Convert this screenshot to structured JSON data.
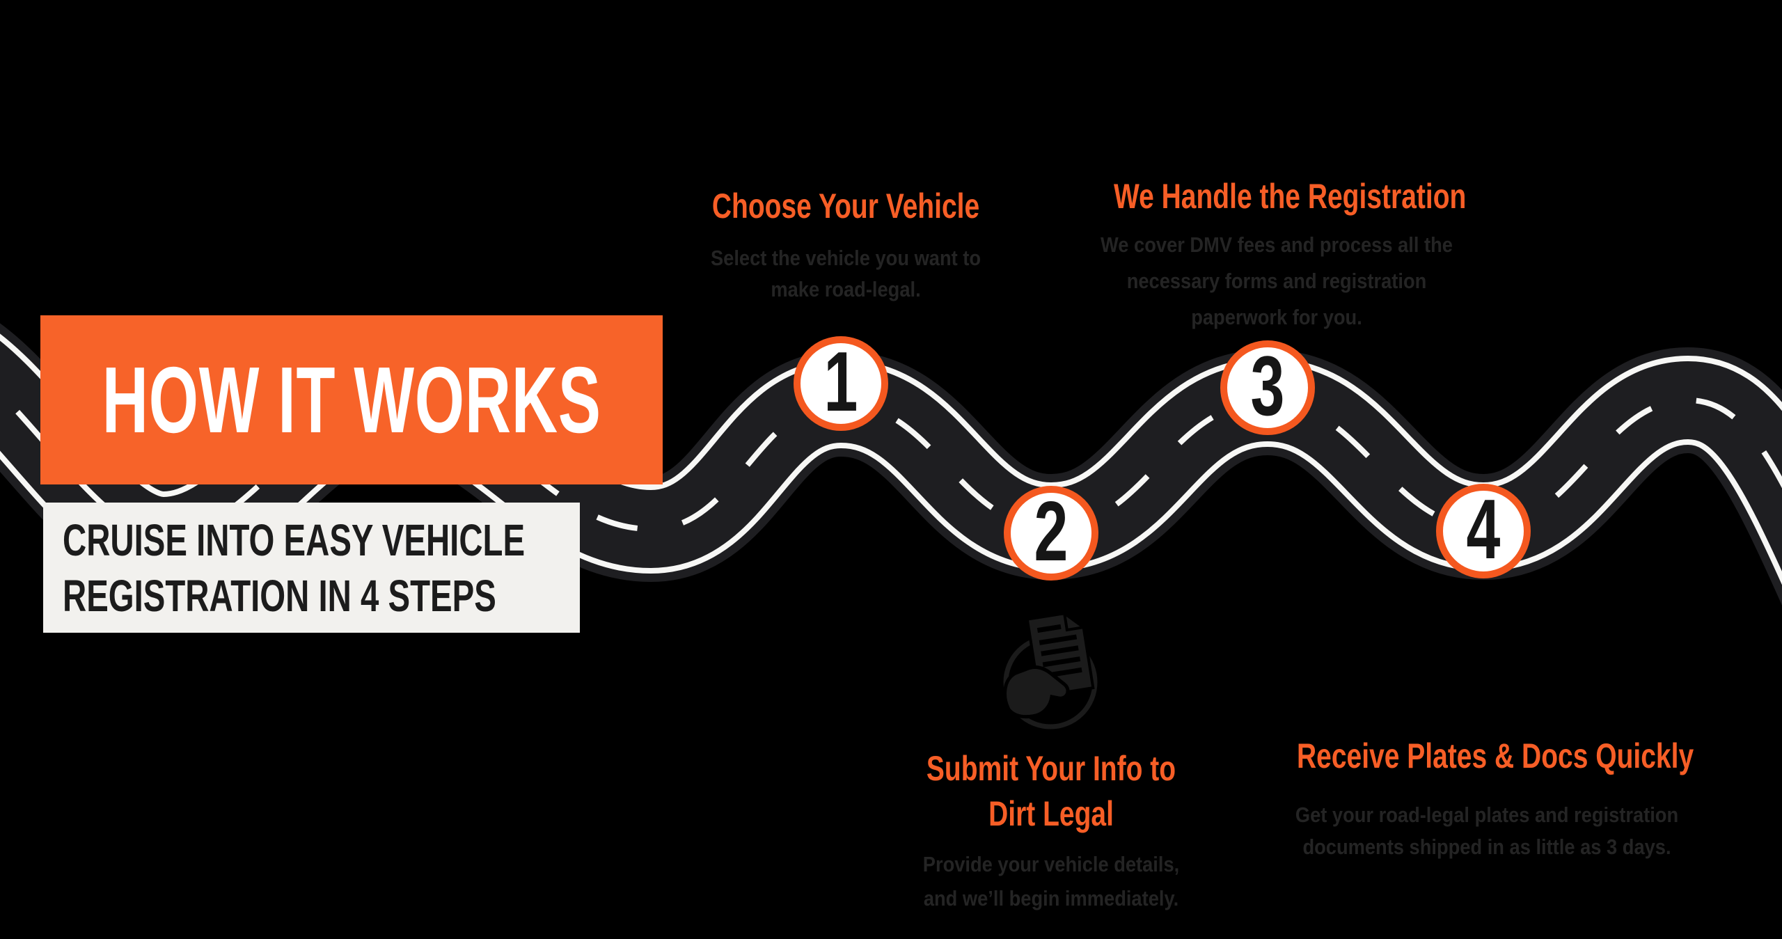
{
  "colors": {
    "bg": "#000000",
    "accent": "#F75E26",
    "banner": "#F76329",
    "ring": "#F4581F",
    "asphalt": "#1E1E21",
    "marking": "#F7F7F5",
    "lightbox": "#F2F1EE",
    "darktext": "#242424",
    "boxtext": "#1C1C1C",
    "icondark": "#1B1B1B"
  },
  "banner": {
    "title": "HOW IT WORKS"
  },
  "subtitle": {
    "lines": [
      "CRUISE INTO EASY VEHICLE",
      "REGISTRATION IN 4 STEPS"
    ]
  },
  "steps": [
    {
      "number": "1",
      "title_lines": [
        "Choose Your Vehicle"
      ],
      "description_lines": [
        "Select the vehicle you want to",
        "make road-legal."
      ]
    },
    {
      "number": "2",
      "title_lines": [
        "Submit Your Info to",
        "Dirt Legal"
      ],
      "description_lines": [
        "Provide your vehicle details,",
        "and we’ll begin immediately."
      ],
      "icon": "hand-holding-document-icon"
    },
    {
      "number": "3",
      "title_lines": [
        "We Handle the Registration"
      ],
      "description_lines": [
        "We cover DMV fees and process all the",
        "necessary forms and registration",
        "paperwork for you."
      ]
    },
    {
      "number": "4",
      "title_lines": [
        "Receive Plates & Docs Quickly"
      ],
      "description_lines": [
        "Get your road-legal plates and registration",
        "documents shipped in as little as 3 days."
      ]
    }
  ]
}
